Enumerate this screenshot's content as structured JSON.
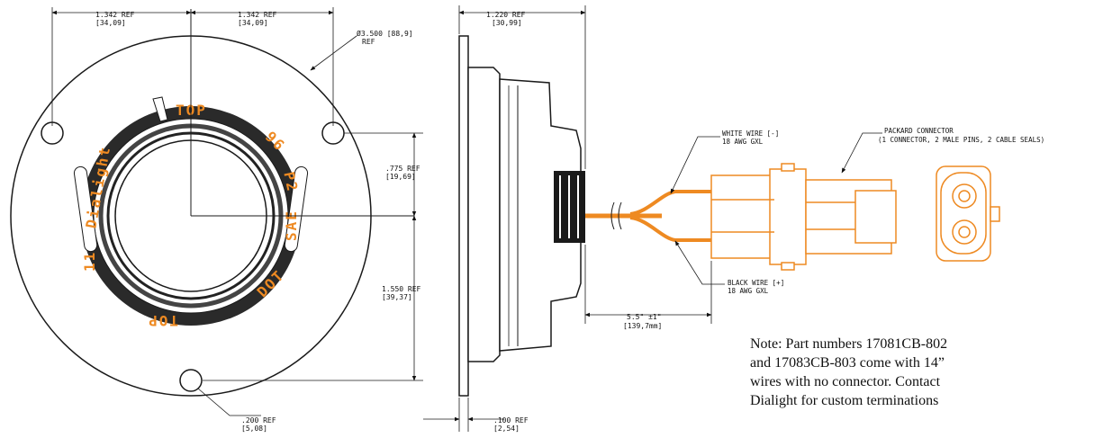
{
  "front_view": {
    "dim_left": {
      "in": "1.342  REF",
      "mm": "[34,09]"
    },
    "dim_right": {
      "in": "1.342  REF",
      "mm": "[34,09]"
    },
    "dim_diameter": {
      "in": "Ø3.500 [88,9]",
      "ref": "REF"
    },
    "dim_hole": {
      "in": ".200  REF",
      "mm": "[5,08]"
    },
    "dim_upper": {
      "in": ".775  REF",
      "mm": "[19,69]"
    },
    "dim_lower": {
      "in": "1.550  REF",
      "mm": "[39,37]"
    },
    "markings": {
      "top_upper": "TOP",
      "top_lower": "TOP",
      "code_96": "96",
      "code_p2": "P2",
      "sae": "SAE",
      "dot": "DOT",
      "brand": "Dialight",
      "num": "11"
    }
  },
  "side_view": {
    "dim_depth": {
      "in": "1.220  REF",
      "mm": "[30,99]"
    },
    "dim_flange": {
      "in": ".100  REF",
      "mm": "[2,54]"
    },
    "dim_wire": {
      "in": "5.5\" ±1\"",
      "mm": "[139,7mm]"
    },
    "white_wire": {
      "line1": "WHITE WIRE [-]",
      "line2": "18 AWG GXL"
    },
    "black_wire": {
      "line1": "BLACK WIRE [+]",
      "line2": "18 AWG GXL"
    },
    "connector": {
      "line1": "PACKARD CONNECTOR",
      "line2": "(1 CONNECTOR, 2 MALE PINS, 2 CABLE SEALS)"
    }
  },
  "note": {
    "lines": [
      "Note: Part numbers 17081CB-802",
      "and 17083CB-803 come with 14”",
      "wires with no connector.  Contact",
      "Dialight for custom terminations"
    ]
  },
  "colors": {
    "orange": "#ee8a22",
    "line": "#1a1a1a",
    "dark_ring": "#2a2a2a"
  }
}
